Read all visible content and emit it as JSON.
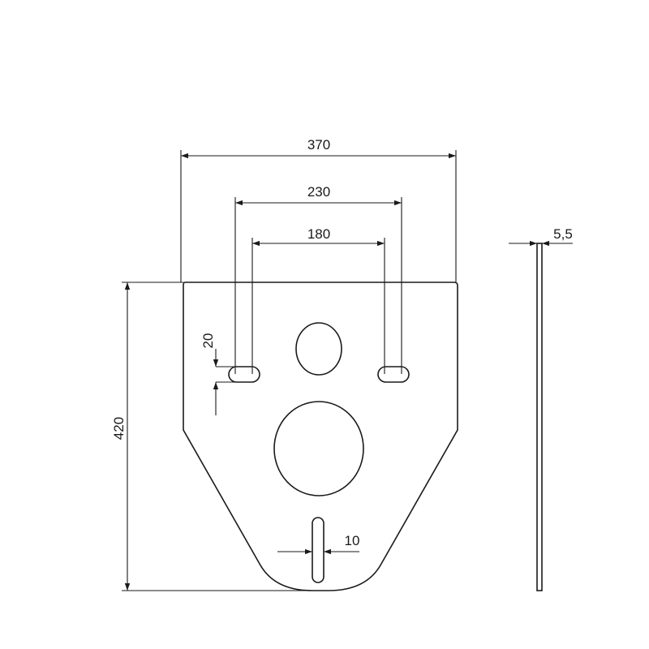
{
  "drawing": {
    "line_color": "#1a1a1a",
    "background": "#ffffff",
    "dimensions": {
      "overall_width": "370",
      "bracket_outer": "230",
      "bracket_inner": "180",
      "slot_width": "20",
      "overall_height": "420",
      "bottom_slot": "10",
      "thickness": "5,5"
    }
  }
}
